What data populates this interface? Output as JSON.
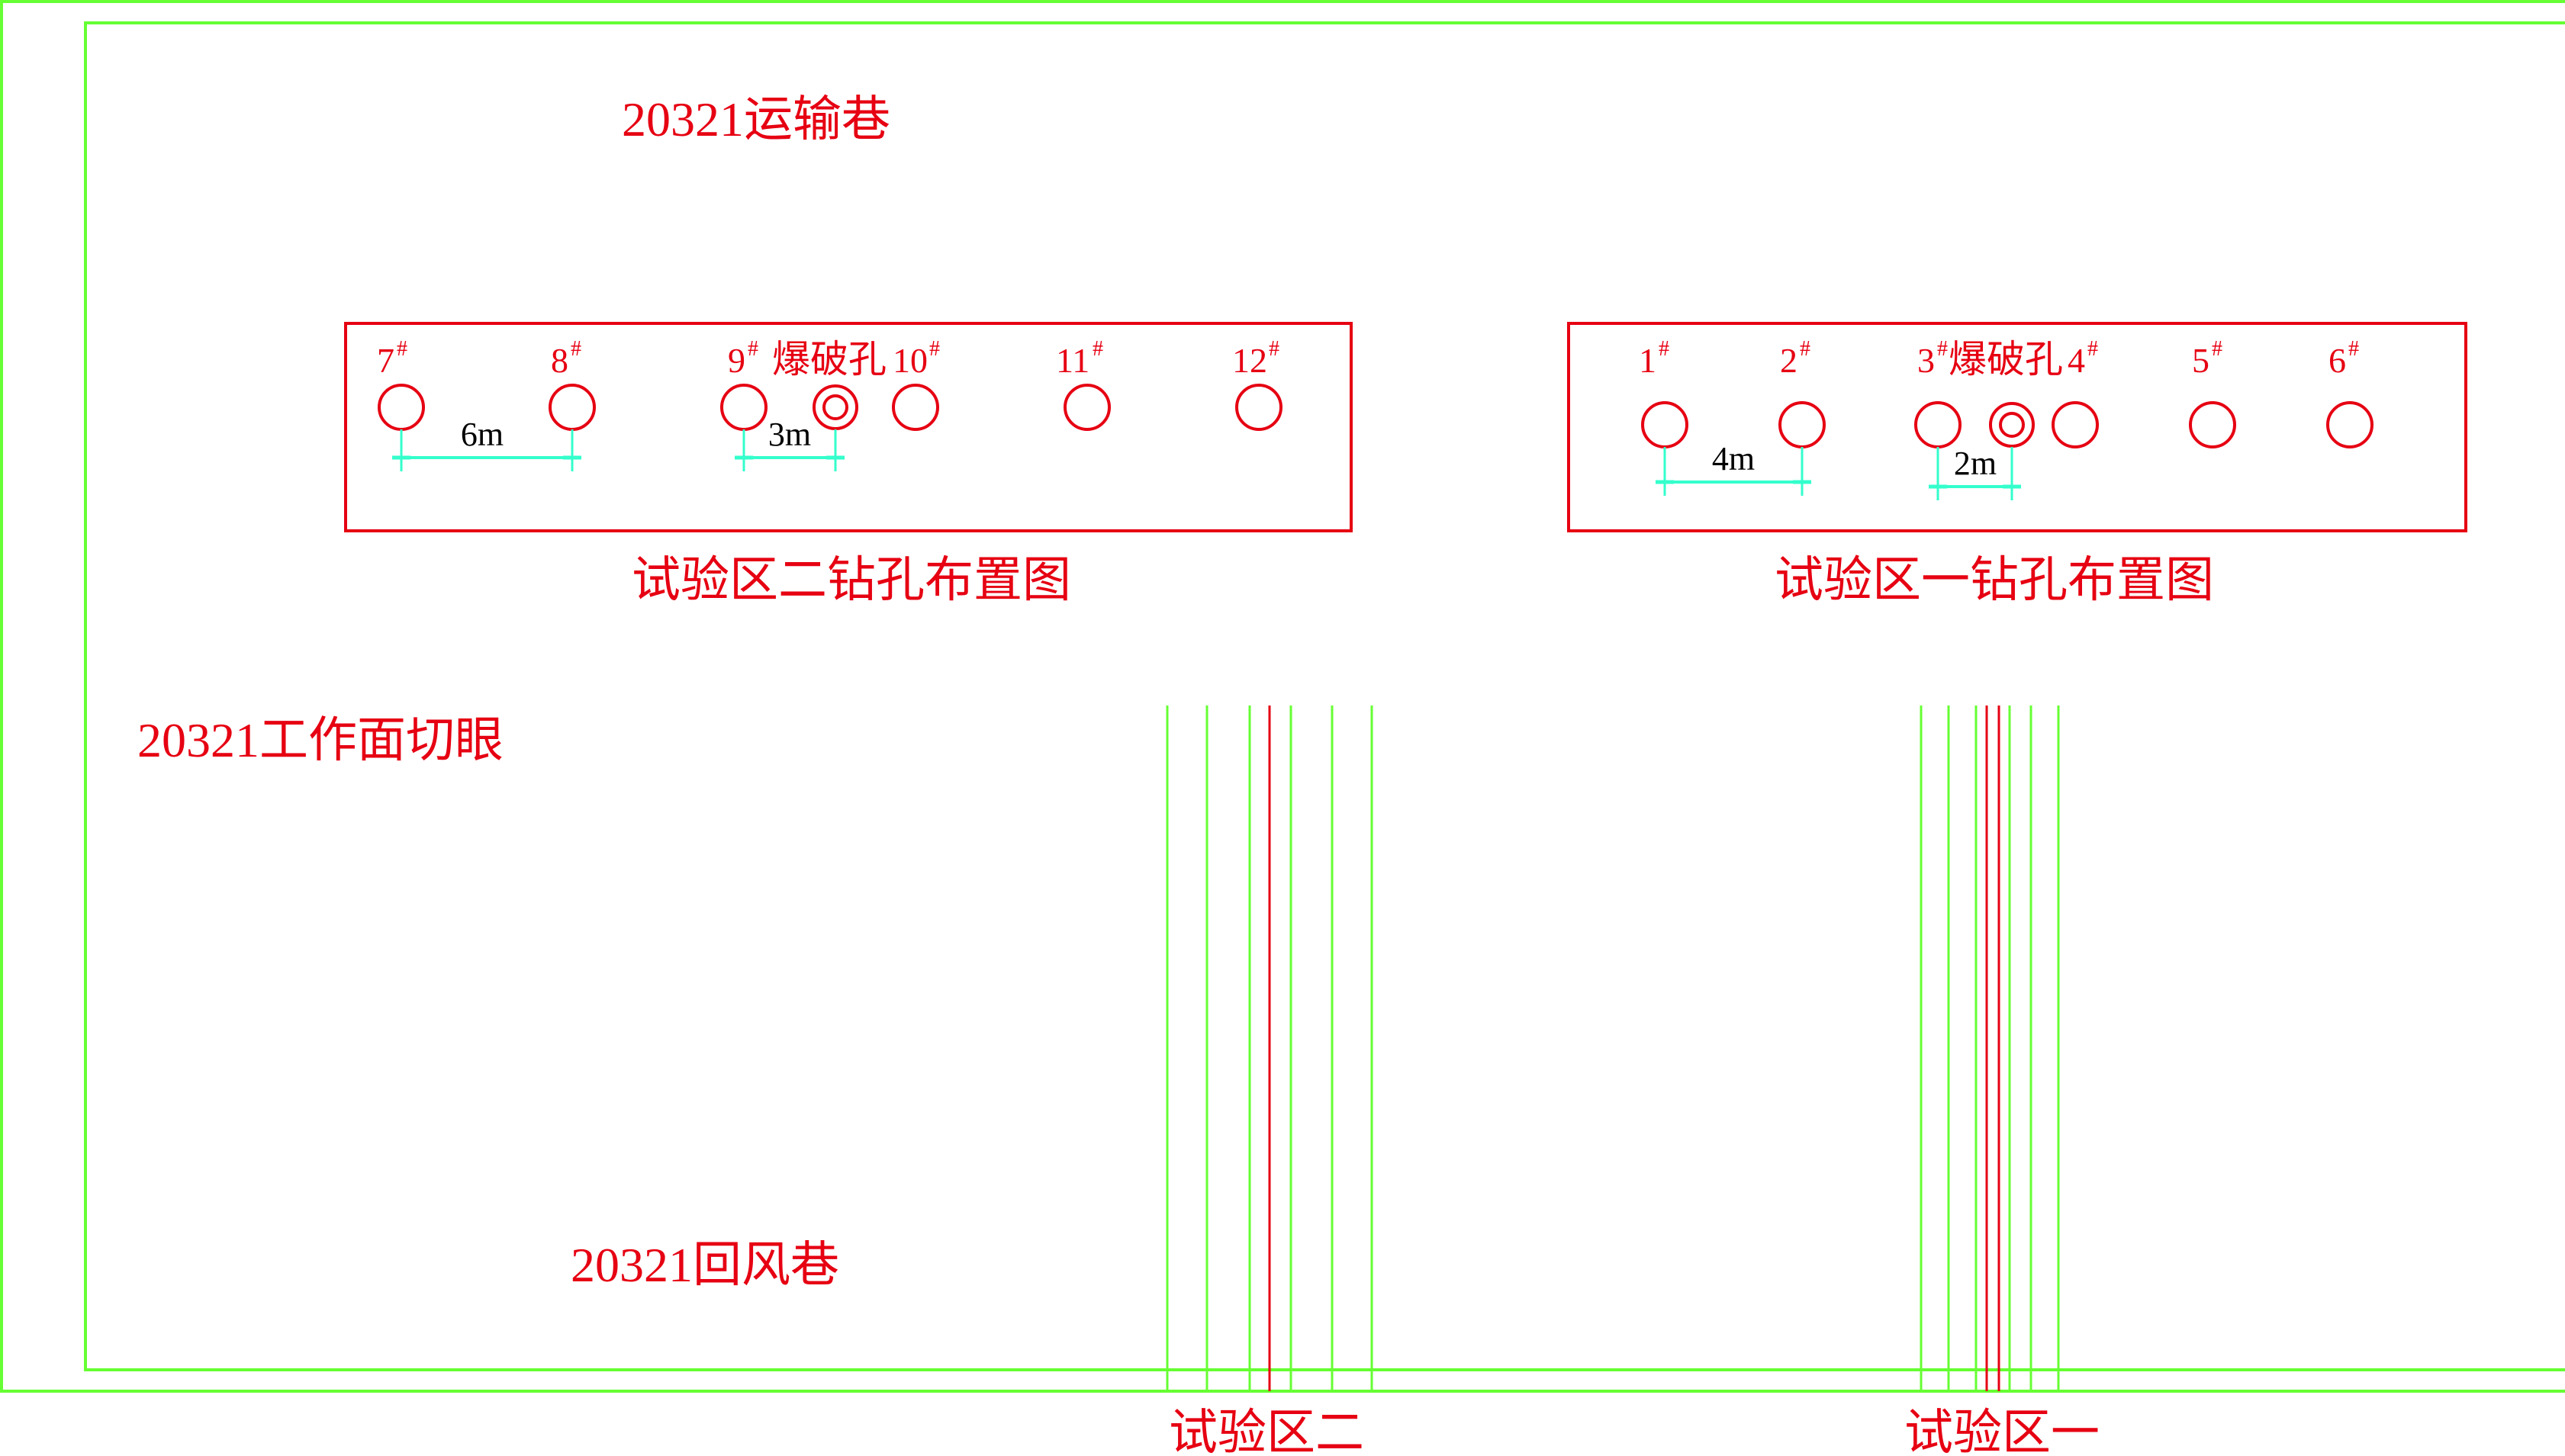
{
  "colors": {
    "border": "#66ff33",
    "text": "#e60012",
    "hole": "#e60012",
    "dimension": "#33ffcc",
    "dimension_text": "#000000",
    "center_line": "#e60012",
    "background": "#ffffff"
  },
  "labels": {
    "transport_roadway": "20321运输巷",
    "cut_eye": "20321工作面切眼",
    "return_roadway": "20321回风巷",
    "zone2_title": "试验区二钻孔布置图",
    "zone1_title": "试验区一钻孔布置图",
    "zone2_bottom": "试验区二",
    "zone1_bottom": "试验区一"
  },
  "zone2": {
    "holes": [
      {
        "num": "7",
        "sup": "#"
      },
      {
        "num": "8",
        "sup": "#"
      },
      {
        "num": "9",
        "sup": "#"
      },
      {
        "num": "10",
        "sup": "#"
      },
      {
        "num": "11",
        "sup": "#"
      },
      {
        "num": "12",
        "sup": "#"
      }
    ],
    "blast_label": "爆破孔",
    "dims": [
      "6m",
      "3m"
    ]
  },
  "zone1": {
    "holes": [
      {
        "num": "1",
        "sup": "#"
      },
      {
        "num": "2",
        "sup": "#"
      },
      {
        "num": "3",
        "sup": "#"
      },
      {
        "num": "4",
        "sup": "#"
      },
      {
        "num": "5",
        "sup": "#"
      },
      {
        "num": "6",
        "sup": "#"
      }
    ],
    "blast_label": "爆破孔",
    "dims": [
      "4m",
      "2m"
    ]
  }
}
